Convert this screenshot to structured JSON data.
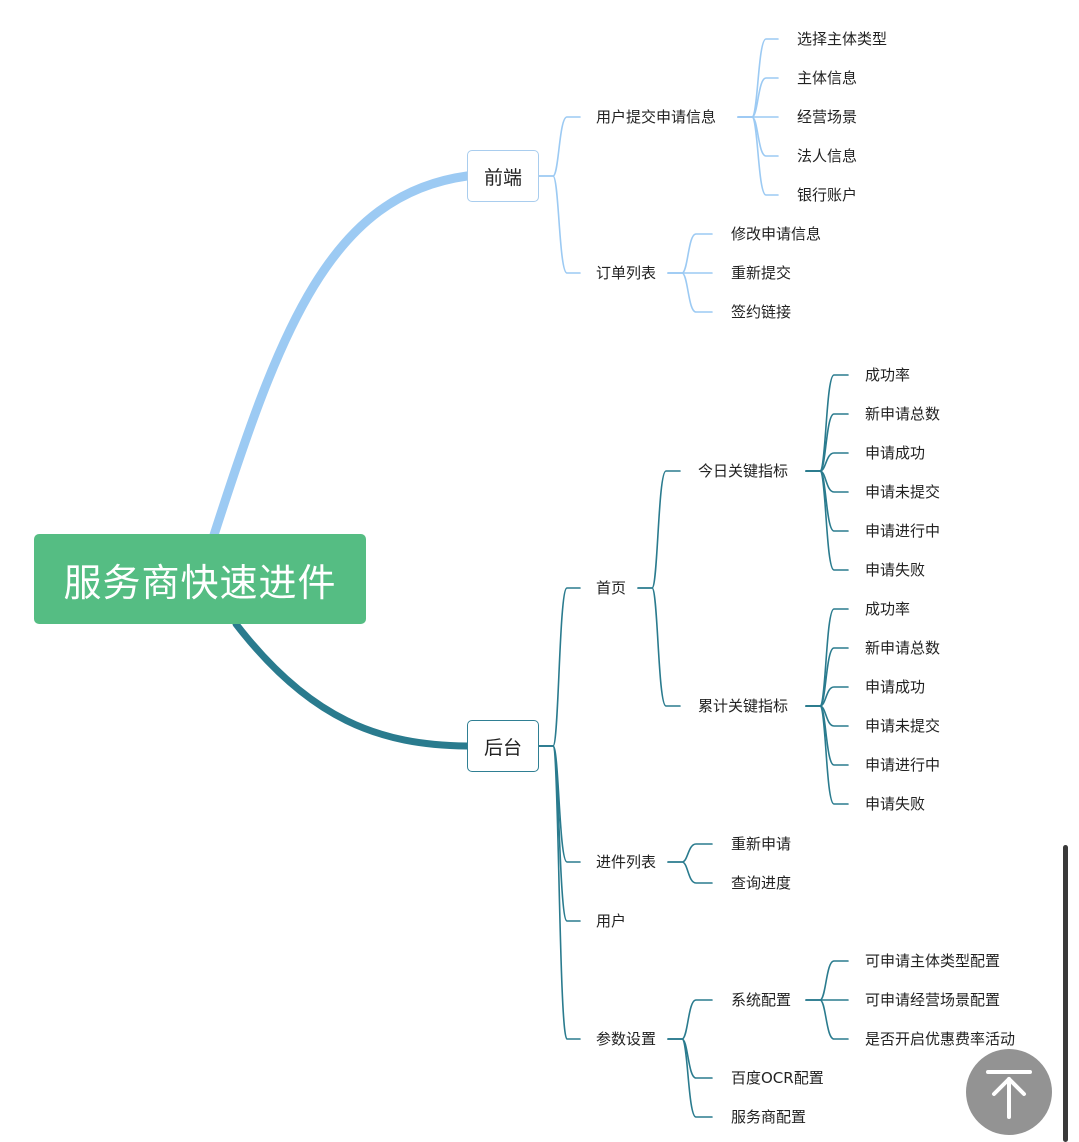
{
  "root": "服务商快速进件",
  "colors": {
    "root": "#55bd83",
    "front_branch": "#9ccaf3",
    "back_branch": "#2a7b8e"
  },
  "front": {
    "label": "前端",
    "children": [
      {
        "label": "用户提交申请信息",
        "children": [
          "选择主体类型",
          "主体信息",
          "经营场景",
          "法人信息",
          "银行账户"
        ]
      },
      {
        "label": "订单列表",
        "children": [
          "修改申请信息",
          "重新提交",
          "签约链接"
        ]
      }
    ]
  },
  "back": {
    "label": "后台",
    "children": [
      {
        "label": "首页",
        "children": [
          {
            "label": "今日关键指标",
            "children": [
              "成功率",
              "新申请总数",
              "申请成功",
              "申请未提交",
              "申请进行中",
              "申请失败"
            ]
          },
          {
            "label": "累计关键指标",
            "children": [
              "成功率",
              "新申请总数",
              "申请成功",
              "申请未提交",
              "申请进行中",
              "申请失败"
            ]
          }
        ]
      },
      {
        "label": "进件列表",
        "children": [
          "重新申请",
          "查询进度"
        ]
      },
      {
        "label": "用户"
      },
      {
        "label": "参数设置",
        "children": [
          {
            "label": "系统配置",
            "children": [
              "可申请主体类型配置",
              "可申请经营场景配置",
              "是否开启优惠费率活动"
            ]
          },
          {
            "label": "百度OCR配置"
          },
          {
            "label": "服务商配置"
          }
        ]
      }
    ]
  },
  "controls": {
    "back_to_top_icon": "arrow-up-to-top-icon"
  }
}
